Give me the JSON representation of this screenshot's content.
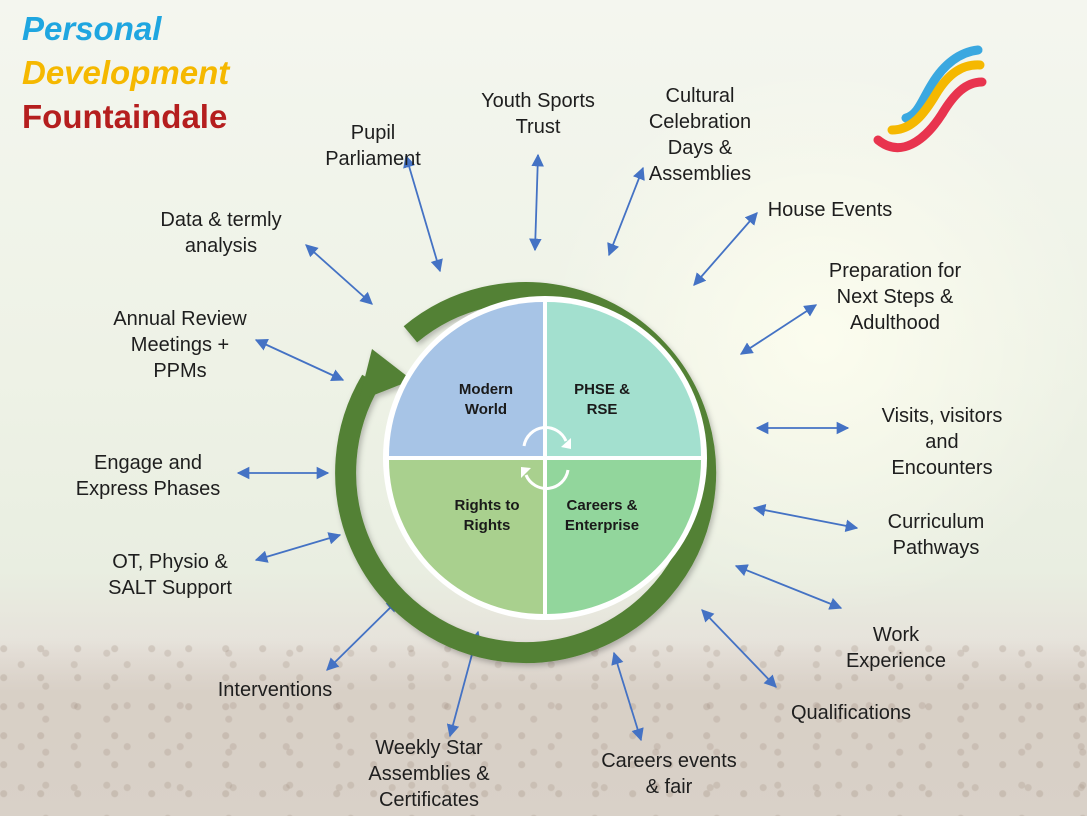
{
  "title": {
    "line1": "Personal",
    "line2": "Development",
    "line3": "Fountaindale",
    "color1": "#1fa6e0",
    "color2": "#f5b800",
    "color3": "#b51e1e"
  },
  "logo": {
    "icon": "school-logo-icon",
    "colors": [
      "#3aa8e0",
      "#f5b800",
      "#e8344e"
    ]
  },
  "quadrants": [
    {
      "lines": [
        "Modern",
        "World"
      ],
      "color": "#a7c4e6"
    },
    {
      "lines": [
        "PHSE &",
        "RSE"
      ],
      "color": "#a3e0cf"
    },
    {
      "lines": [
        "Rights to",
        "Rights"
      ],
      "color": "#a9d08e"
    },
    {
      "lines": [
        "Careers &",
        "Enterprise"
      ],
      "color": "#92d69c"
    }
  ],
  "ring_color": "#538135",
  "arrow_color": "#4472c4",
  "labels": [
    {
      "lines": [
        "Pupil",
        "Parliament"
      ]
    },
    {
      "lines": [
        "Youth Sports",
        "Trust"
      ]
    },
    {
      "lines": [
        "Cultural",
        "Celebration",
        "Days &",
        "Assemblies"
      ]
    },
    {
      "lines": [
        "House Events"
      ]
    },
    {
      "lines": [
        "Data & termly",
        "analysis"
      ]
    },
    {
      "lines": [
        "Preparation for",
        "Next Steps &",
        "Adulthood"
      ]
    },
    {
      "lines": [
        "Annual Review",
        "Meetings +",
        "PPMs"
      ]
    },
    {
      "lines": [
        "Visits, visitors",
        "and",
        "Encounters"
      ]
    },
    {
      "lines": [
        "Engage and",
        "Express Phases"
      ]
    },
    {
      "lines": [
        "Curriculum",
        "Pathways"
      ]
    },
    {
      "lines": [
        "OT, Physio &",
        "SALT Support"
      ]
    },
    {
      "lines": [
        "Work",
        "Experience"
      ]
    },
    {
      "lines": [
        "Interventions"
      ]
    },
    {
      "lines": [
        "Qualifications"
      ]
    },
    {
      "lines": [
        "Weekly Star",
        "Assemblies &",
        "Certificates"
      ]
    },
    {
      "lines": [
        "Careers events",
        "& fair"
      ]
    }
  ]
}
